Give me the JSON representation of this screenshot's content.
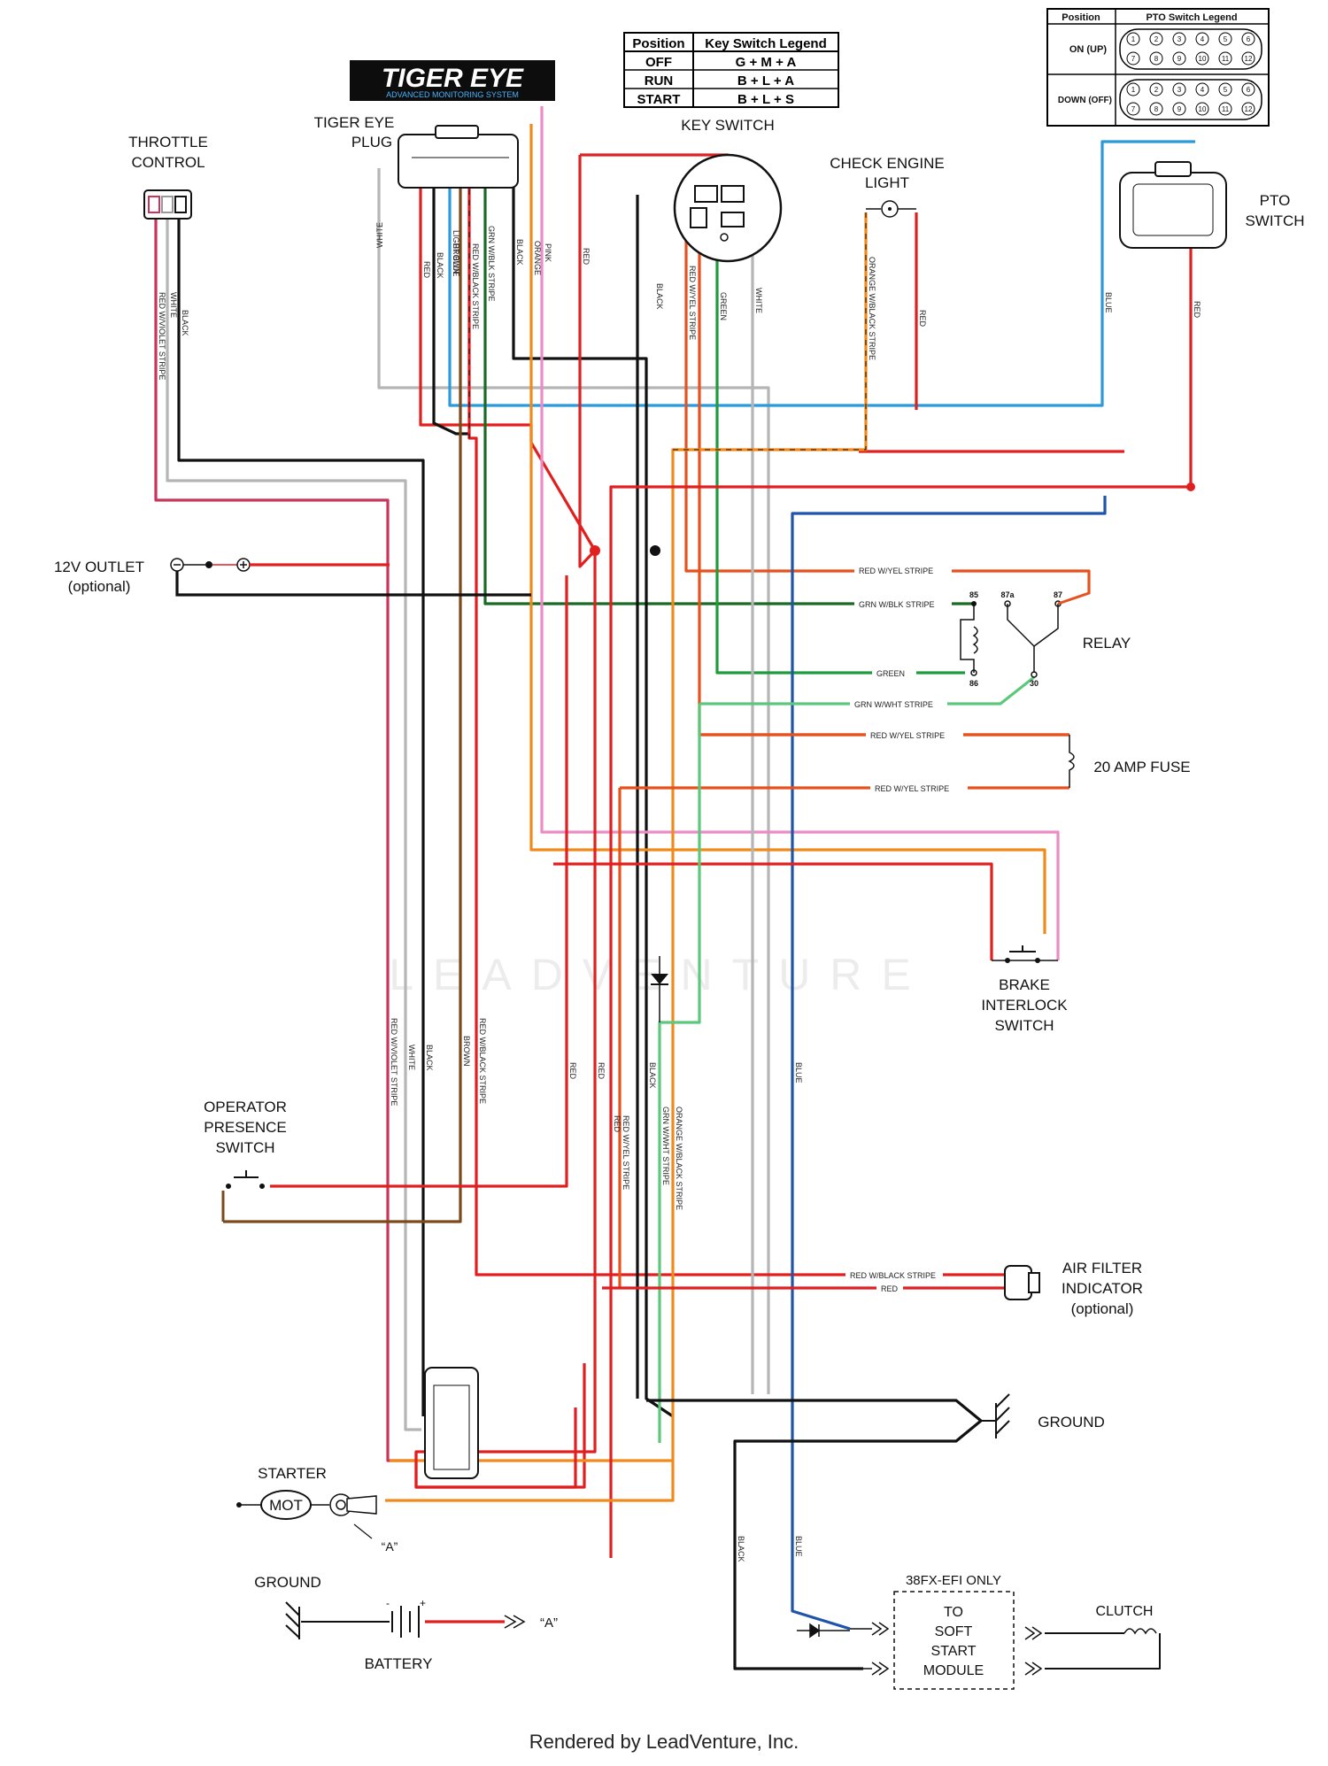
{
  "logo": {
    "brand": "TIGER EYE",
    "tagline": "ADVANCED MONITORING SYSTEM"
  },
  "labels": {
    "throttle": [
      "THROTTLE",
      "CONTROL"
    ],
    "tiger_plug": [
      "TIGER EYE",
      "PLUG"
    ],
    "key_switch": "KEY SWITCH",
    "check_engine": [
      "CHECK ENGINE",
      "LIGHT"
    ],
    "pto_switch": [
      "PTO",
      "SWITCH"
    ],
    "outlet": [
      "12V OUTLET",
      "(optional)"
    ],
    "relay": "RELAY",
    "fuse": "20 AMP FUSE",
    "brake": [
      "BRAKE",
      "INTERLOCK",
      "SWITCH"
    ],
    "operator": [
      "OPERATOR",
      "PRESENCE",
      "SWITCH"
    ],
    "air_filter": [
      "AIR FILTER",
      "INDICATOR",
      "(optional)"
    ],
    "ground": "GROUND",
    "starter": "STARTER",
    "mot": "MOT",
    "ground2": "GROUND",
    "battery": "BATTERY",
    "point_a": "“A”",
    "efi_only": "38FX-EFI ONLY",
    "soft_start": [
      "TO",
      "SOFT",
      "START",
      "MODULE"
    ],
    "clutch": "CLUTCH",
    "watermark": "LEADVENTURE",
    "footer": "Rendered by LeadVenture, Inc."
  },
  "relay_pins": [
    "85",
    "87a",
    "87",
    "86",
    "30"
  ],
  "key_legend": {
    "headers": [
      "Position",
      "Key Switch Legend"
    ],
    "rows": [
      [
        "OFF",
        "G + M + A"
      ],
      [
        "RUN",
        "B + L + A"
      ],
      [
        "START",
        "B + L + S"
      ]
    ]
  },
  "pto_legend": {
    "headers": [
      "Position",
      "PTO Switch Legend"
    ],
    "rows": [
      {
        "position": "ON (UP)",
        "pins": [
          "1",
          "2",
          "3",
          "4",
          "5",
          "6",
          "7",
          "8",
          "9",
          "10",
          "11",
          "12"
        ]
      },
      {
        "position": "DOWN (OFF)",
        "pins": [
          "1",
          "2",
          "3",
          "4",
          "5",
          "6",
          "7",
          "8",
          "9",
          "10",
          "11",
          "12"
        ]
      }
    ]
  },
  "wire_labels": {
    "rv": "RED W/VIOLET STRIPE",
    "white": "WHITE",
    "black": "BLACK",
    "red": "RED",
    "brown": "BROWN",
    "light_blue": "LIGHT BLUE",
    "rbk": "RED W/BLACK STRIPE",
    "gbk": "GRN W/BLK STRIPE",
    "orange": "ORANGE",
    "pink": "PINK",
    "ryel": "RED W/YEL STRIPE",
    "green": "GREEN",
    "obk": "ORANGE W/BLACK STRIPE",
    "blue": "BLUE",
    "gwht": "GRN W/WHT STRIPE"
  },
  "colors": {
    "red": "#e02020",
    "black": "#111111",
    "white_wire": "#b5b5b5",
    "blue": "#1f54a8",
    "light_blue": "#2a9ad8",
    "green": "#1f9a3c",
    "dark_green": "#1a6a26",
    "orange": "#f08a1c",
    "pink": "#ec8cc4",
    "brown": "#7a4a1c",
    "violet_red": "#c8345a",
    "light_green": "#5cc87c",
    "red_yellow": "#e6521e"
  }
}
